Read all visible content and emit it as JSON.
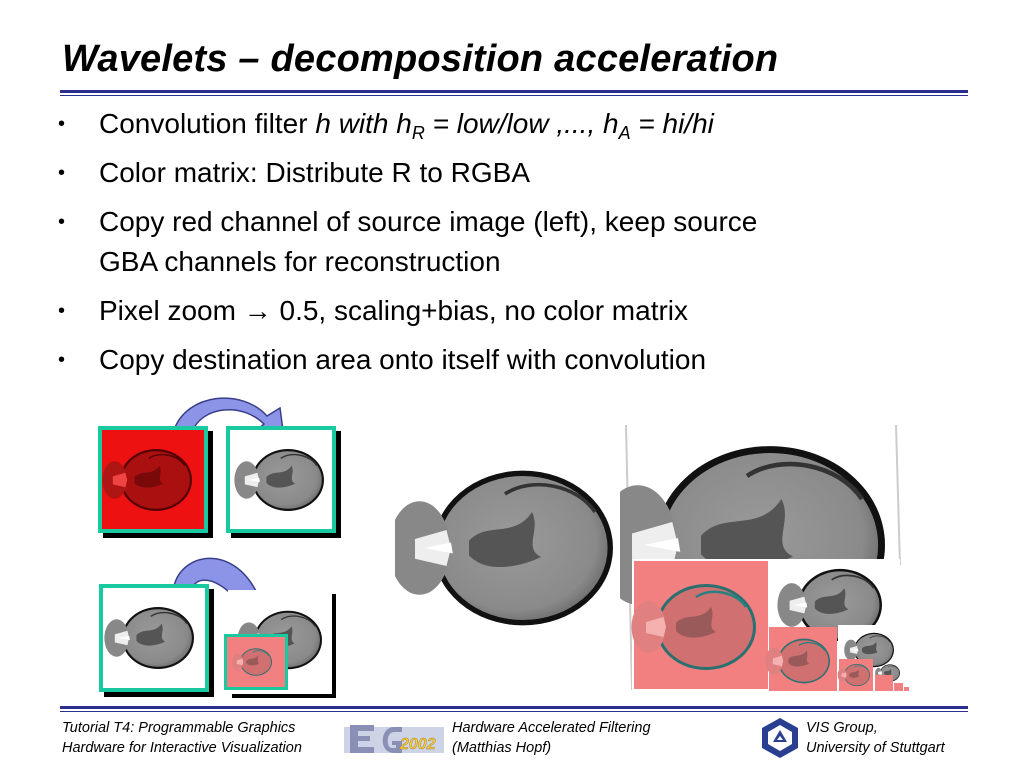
{
  "slide": {
    "title": "Wavelets – decomposition acceleration",
    "bullets": {
      "b1_lead": "Convolution filter ",
      "b1_h": "h with  h",
      "b1_sub_r": "R",
      "b1_mid": " = low/low ,..., h",
      "b1_sub_a": "A",
      "b1_end": " = hi/hi",
      "b2": "Color matrix: Distribute R to RGBA",
      "b3_line1": "Copy red channel of source image (left), keep source",
      "b3_line2": "GBA channels for reconstruction",
      "b4_lead": "Pixel zoom ",
      "b4_arrow": "→",
      "b4_rest": " 0.5, scaling+bias, no color matrix",
      "b5": "Copy destination area onto itself with convolution",
      "bullet_char": "•"
    }
  },
  "footer": {
    "left_line1": "Tutorial T4: Programmable Graphics",
    "left_line2": "Hardware for Interactive Visualization",
    "logo_text": "2002",
    "mid_line1": "Hardware Accelerated Filtering",
    "mid_line2": "(Matthias Hopf)",
    "right_line1": "VIS Group,",
    "right_line2": "University of Stuttgart"
  },
  "colors": {
    "accent_rule": "#2a2f8f",
    "frame_teal": "#19c9a0",
    "red_channel": "#ee1111",
    "pink_overlay": "#f28080",
    "arrow_fill": "#8c94e8"
  }
}
